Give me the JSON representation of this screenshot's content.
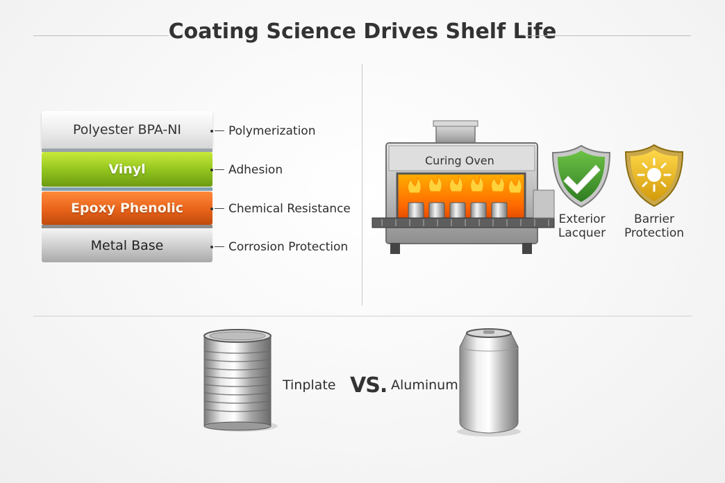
{
  "title": "Coating Science Drives Shelf Life",
  "layers": [
    {
      "name": "Polyester BPA-NI",
      "function": "Polymerization"
    },
    {
      "name": "Vinyl",
      "function": "Adhesion"
    },
    {
      "name": "Epoxy Phenolic",
      "function": "Chemical Resistance"
    },
    {
      "name": "Metal Base",
      "function": "Corrosion Protection"
    }
  ],
  "oven": {
    "label": "Curing Oven"
  },
  "shields": [
    {
      "label_line1": "Exterior",
      "label_line2": "Lacquer",
      "icon": "checkmark-shield",
      "color": "#3f9a2e"
    },
    {
      "label_line1": "Barrier",
      "label_line2": "Protection",
      "icon": "sun-shield",
      "color": "#e0b21a"
    }
  ],
  "comparison": {
    "left": "Tinplate",
    "vs": "VS.",
    "right": "Aluminum"
  },
  "colors": {
    "vinyl": "#8fc21d",
    "epoxy": "#e8621a",
    "flame": "#ff7a00"
  }
}
